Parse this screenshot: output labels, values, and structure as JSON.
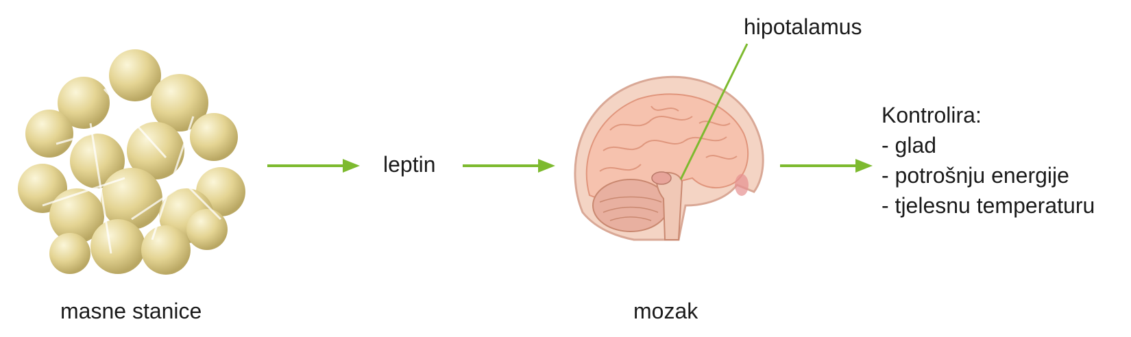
{
  "labels": {
    "fat_cells": "masne stanice",
    "leptin": "leptin",
    "brain": "mozak",
    "hypothalamus": "hipotalamus"
  },
  "controls": {
    "title": "Kontrolira:",
    "items": [
      "- glad",
      "- potrošnju energije",
      "- tjelesnu temperaturu"
    ]
  },
  "colors": {
    "arrow": "#7dba2f",
    "fat_cell": "#e6d79a",
    "brain": "#f2c0a8"
  }
}
